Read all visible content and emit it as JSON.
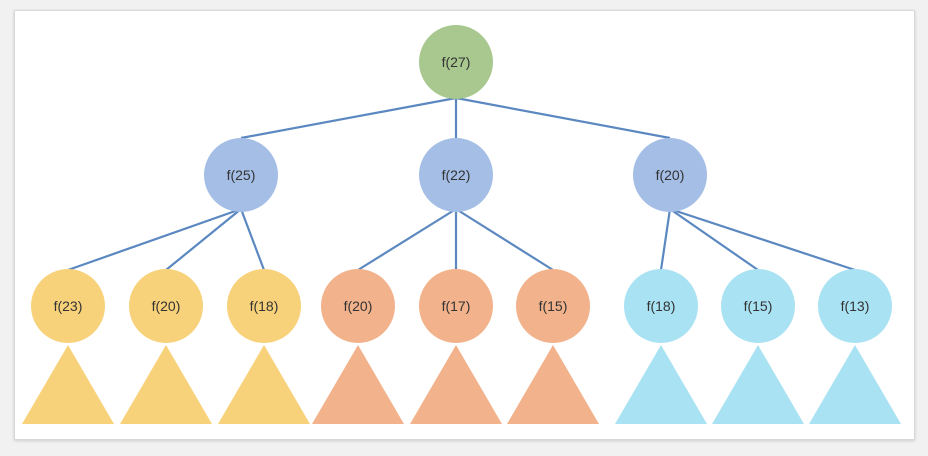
{
  "tree": {
    "root": {
      "label": "f(27)",
      "color": "#a9c88f"
    },
    "level1": [
      {
        "label": "f(25)",
        "color": "#a4bee6",
        "children": [
          {
            "label": "f(23)",
            "color": "#f8d27a"
          },
          {
            "label": "f(20)",
            "color": "#f8d27a"
          },
          {
            "label": "f(18)",
            "color": "#f8d27a"
          }
        ]
      },
      {
        "label": "f(22)",
        "color": "#a4bee6",
        "children": [
          {
            "label": "f(20)",
            "color": "#f2b28b"
          },
          {
            "label": "f(17)",
            "color": "#f2b28b"
          },
          {
            "label": "f(15)",
            "color": "#f2b28b"
          }
        ]
      },
      {
        "label": "f(20)",
        "color": "#a4bee6",
        "children": [
          {
            "label": "f(18)",
            "color": "#a9e2f3"
          },
          {
            "label": "f(15)",
            "color": "#a9e2f3"
          },
          {
            "label": "f(13)",
            "color": "#a9e2f3"
          }
        ]
      }
    ],
    "edge_color": "#5b88c0"
  }
}
